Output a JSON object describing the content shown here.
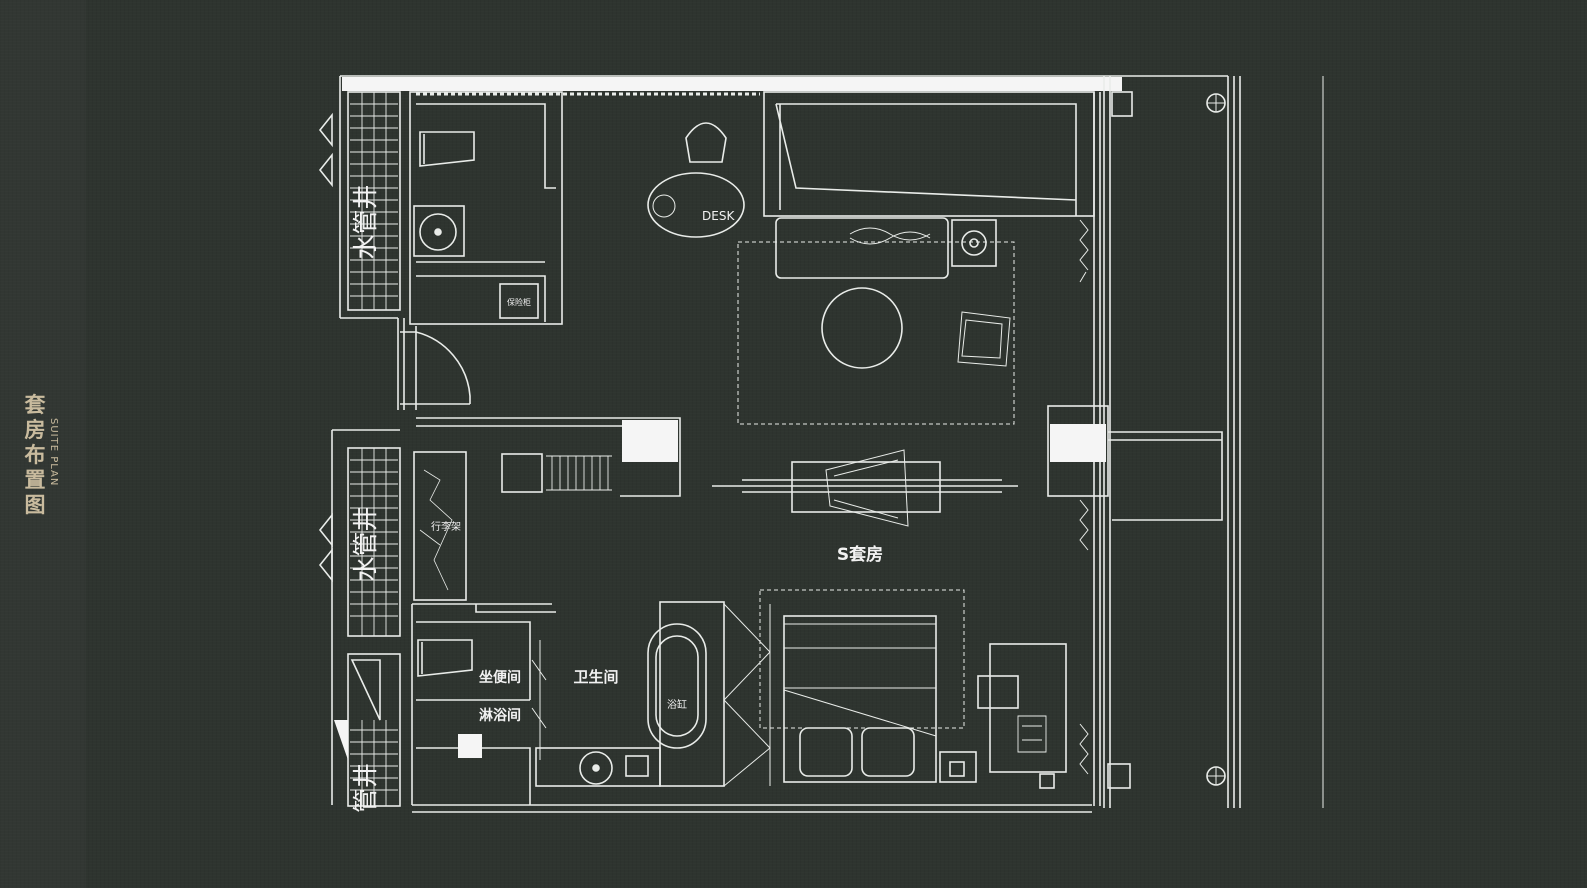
{
  "side_title": {
    "cn": "套房布置图",
    "en": "SUITE PLAN"
  },
  "labels": {
    "water_shaft_top": "水管井",
    "water_shaft_mid": "水管井",
    "pipe_shaft_bottom": "管井",
    "desk": "DESK",
    "safe": "保险柜",
    "luggage": "行李架",
    "suite_name": "S套房",
    "toilet": "坐便间",
    "shower": "淋浴间",
    "bathroom": "卫生间",
    "bathtub": "浴缸"
  },
  "colors": {
    "background": "#2e342f",
    "line": "#e9ece9",
    "title": "#c9bb9e"
  }
}
